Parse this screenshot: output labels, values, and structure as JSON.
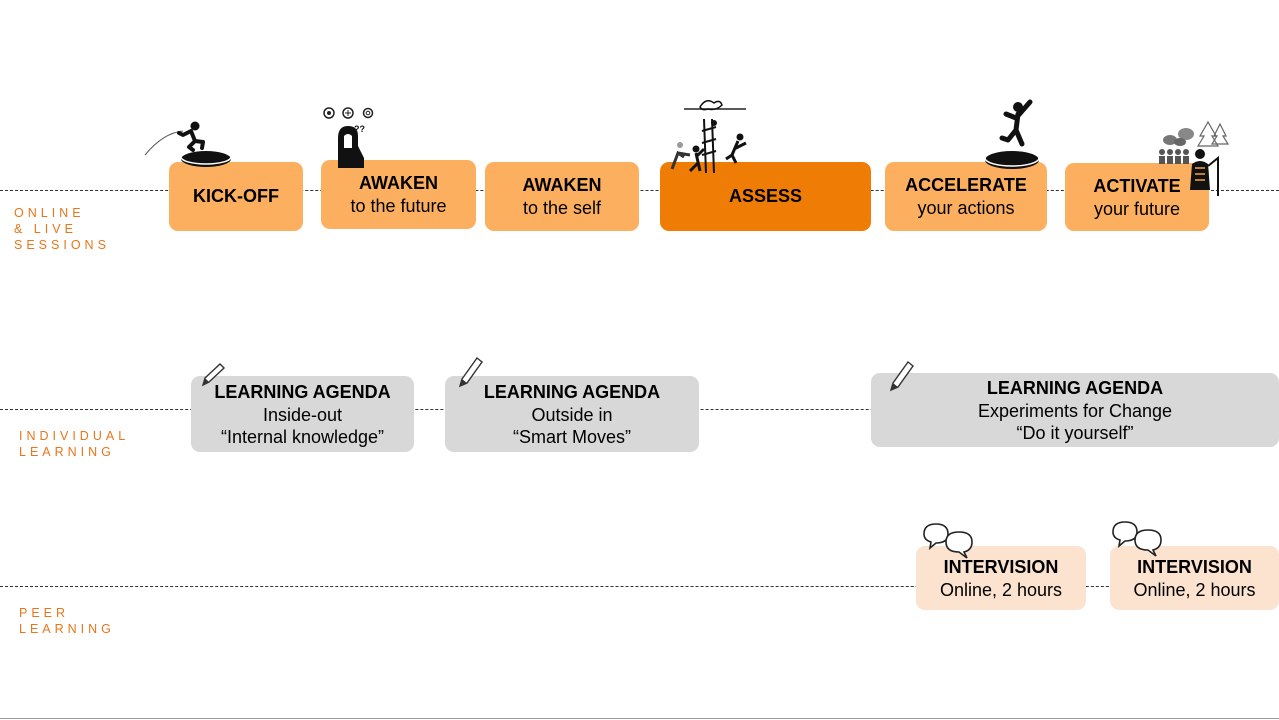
{
  "lanes": {
    "online": [
      "ONLINE",
      "& LIVE",
      "SESSIONS"
    ],
    "individual": [
      "INDIVIDUAL",
      "LEARNING"
    ],
    "peer": [
      "PEER",
      "LEARNING"
    ]
  },
  "sessions": [
    {
      "title": "KICK-OFF",
      "subtitle": ""
    },
    {
      "title": "AWAKEN",
      "subtitle": "to the future"
    },
    {
      "title": "AWAKEN",
      "subtitle": "to the self"
    },
    {
      "title": "ASSESS",
      "subtitle": ""
    },
    {
      "title": "ACCELERATE",
      "subtitle": "your actions"
    },
    {
      "title": "ACTIVATE",
      "subtitle": "your future"
    }
  ],
  "agendas": [
    {
      "title": "LEARNING AGENDA",
      "line1": "Inside-out",
      "line2": "“Internal knowledge”"
    },
    {
      "title": "LEARNING AGENDA",
      "line1": "Outside in",
      "line2": "“Smart Moves”"
    },
    {
      "title": "LEARNING AGENDA",
      "line1": "Experiments for Change",
      "line2": "“Do it yourself”"
    }
  ],
  "intervisions": [
    {
      "title": "INTERVISION",
      "subtitle": "Online, 2 hours"
    },
    {
      "title": "INTERVISION",
      "subtitle": "Online, 2 hours"
    }
  ],
  "colors": {
    "session": "#fcb05f",
    "session_highlight": "#ef7d05",
    "agenda": "#d8d8d8",
    "intervision": "#fbe3cf",
    "lane_label": "#e8751a"
  },
  "icons": {
    "kickoff": "person-jumping-into-hole-icon",
    "awaken_future": "thinking-person-icon",
    "assess": "climbing-wall-icon",
    "accelerate": "person-emerging-from-hole-icon",
    "activate": "elder-with-crowd-and-trees-icon",
    "agenda": "pen-icon",
    "intervision": "speech-bubbles-icon"
  }
}
